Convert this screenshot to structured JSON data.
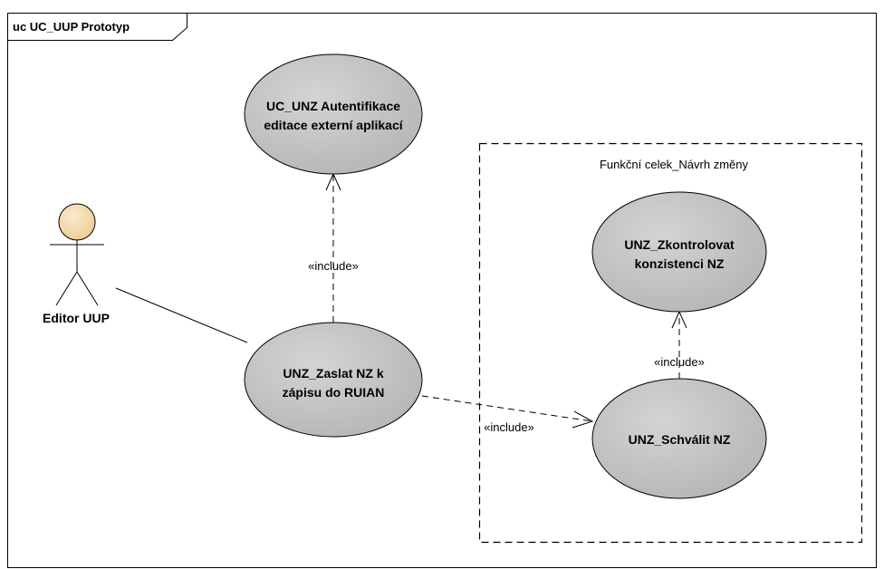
{
  "frame": {
    "title": "uc UC_UUP Prototyp"
  },
  "boundary": {
    "label": "Funkční celek_Návrh změny"
  },
  "actor": {
    "name": "Editor UUP",
    "head_color": "#F5DEB3"
  },
  "use_cases": {
    "autentifikace": {
      "line1": "UC_UNZ Autentifikace",
      "line2": "editace externí aplikací"
    },
    "zaslat": {
      "line1": "UNZ_Zaslat  NZ k",
      "line2": "zápisu do RUIAN"
    },
    "zkontrolovat": {
      "line1": "UNZ_Zkontrolovat",
      "line2": "konzistenci NZ"
    },
    "schvalit": {
      "line1": "UNZ_Schválit NZ"
    }
  },
  "relations": {
    "include_1": "«include»",
    "include_2": "«include»",
    "include_3": "«include»"
  },
  "colors": {
    "use_case_fill": "#C0C0C0",
    "stroke": "#000000"
  }
}
